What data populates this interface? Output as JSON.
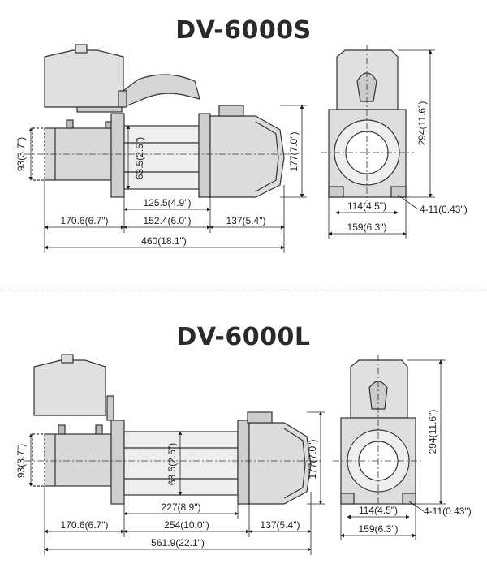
{
  "top": {
    "title": "DV-6000S",
    "dims": {
      "motor_height": "93(3.7\")",
      "drum_dia": "63.5(2.5\")",
      "height_177": "177(7.0\")",
      "drum_len": "125.5(4.9\")",
      "motor_len": "170.6(6.7\")",
      "mid_len": "152.4(6.0\")",
      "gear_len": "137(5.4\")",
      "total_len": "460(18.1\")",
      "height_294": "294(11.6\")",
      "bolt_span": "114(4.5\")",
      "bolt_holes": "4-11(0.43\")",
      "base_width": "159(6.3\")"
    }
  },
  "bottom": {
    "title": "DV-6000L",
    "dims": {
      "motor_height": "93(3.7\")",
      "drum_dia": "63.5(2.5\")",
      "height_177": "177(7.0\")",
      "drum_len": "227(8.9\")",
      "motor_len": "170.6(6.7\")",
      "mid_len": "254(10.0\")",
      "gear_len": "137(5.4\")",
      "total_len": "561.9(22.1\")",
      "height_294": "294(11.6\")",
      "bolt_span": "114(4.5\")",
      "bolt_holes": "4-11(0.43\")",
      "base_width": "159(6.3\")"
    }
  }
}
